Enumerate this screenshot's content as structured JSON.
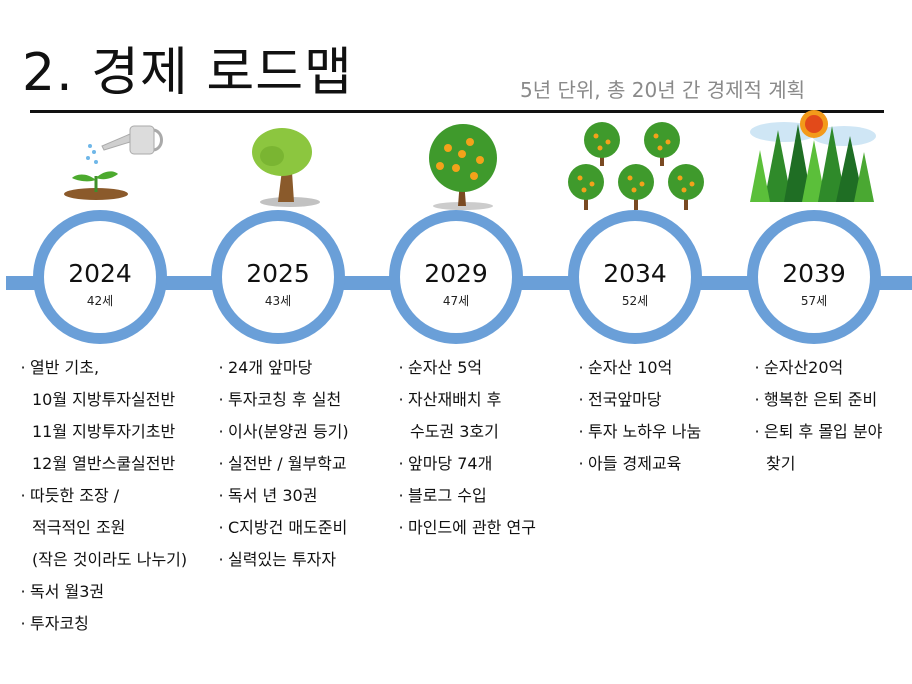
{
  "header": {
    "title": "2. 경제 로드맵",
    "subtitle": "5년 단위, 총 20년 간 경제적 계획"
  },
  "milestones": [
    {
      "year": "2024",
      "age": "42세",
      "icon": "sprout-watering-can-icon",
      "items": [
        {
          "text": "열반 기초,",
          "bullet": true
        },
        {
          "text": "10월 지방투자실전반",
          "bullet": false
        },
        {
          "text": "11월 지방투자기초반",
          "bullet": false
        },
        {
          "text": "12월 열반스쿨실전반",
          "bullet": false
        },
        {
          "text": "따듯한  조장  /",
          "bullet": true
        },
        {
          "text": "적극적인 조원",
          "bullet": false
        },
        {
          "text": "(작은 것이라도 나누기)",
          "bullet": false
        },
        {
          "text": "독서 월3권",
          "bullet": true
        },
        {
          "text": "투자코칭",
          "bullet": true
        }
      ]
    },
    {
      "year": "2025",
      "age": "43세",
      "icon": "young-tree-icon",
      "items": [
        {
          "text": "24개 앞마당",
          "bullet": true
        },
        {
          "text": "투자코칭 후 실천",
          "bullet": true
        },
        {
          "text": "이사(분양권 등기)",
          "bullet": true
        },
        {
          "text": "실전반 / 월부학교",
          "bullet": true
        },
        {
          "text": "독서 년 30권",
          "bullet": true
        },
        {
          "text": "C지방건 매도준비",
          "bullet": true
        },
        {
          "text": "실력있는 투자자",
          "bullet": true
        }
      ]
    },
    {
      "year": "2029",
      "age": "47세",
      "icon": "fruit-tree-icon",
      "items": [
        {
          "text": "순자산 5억",
          "bullet": true
        },
        {
          "text": "자산재배치 후",
          "bullet": true
        },
        {
          "text": "수도권 3호기",
          "bullet": false
        },
        {
          "text": "앞마당 74개",
          "bullet": true
        },
        {
          "text": "블로그 수입",
          "bullet": true
        },
        {
          "text": "마인드에 관한 연구",
          "bullet": true
        }
      ]
    },
    {
      "year": "2034",
      "age": "52세",
      "icon": "orchard-icon",
      "items": [
        {
          "text": "순자산 10억",
          "bullet": true
        },
        {
          "text": "전국앞마당",
          "bullet": true
        },
        {
          "text": "투자 노하우 나눔",
          "bullet": true
        },
        {
          "text": "아들 경제교육",
          "bullet": true
        }
      ]
    },
    {
      "year": "2039",
      "age": "57세",
      "icon": "forest-icon",
      "items": [
        {
          "text": "순자산20억",
          "bullet": true
        },
        {
          "text": "행복한 은퇴 준비",
          "bullet": true
        },
        {
          "text": "은퇴 후 몰입 분야",
          "bullet": true
        },
        {
          "text": "찾기",
          "bullet": false
        }
      ]
    }
  ],
  "colors": {
    "timeline": "#6a9fd8",
    "leaf": "#3f9a2c",
    "orange": "#f3a21a",
    "trunk": "#7a4a22"
  }
}
